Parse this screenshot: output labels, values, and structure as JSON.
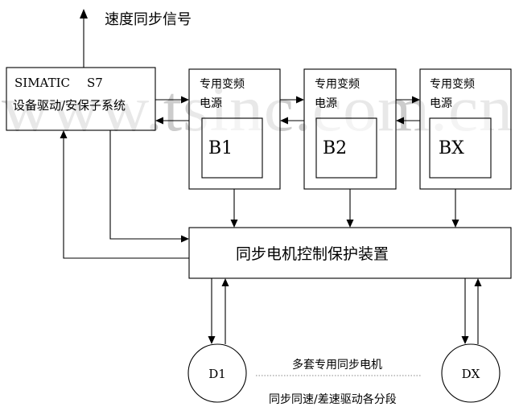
{
  "diagram": {
    "speed_sync_signal": "速度同步信号",
    "simatic": {
      "title": "SIMATIC",
      "model": "S7",
      "subtitle": "设备驱动/安保子系统"
    },
    "converters": [
      {
        "line1": "专用变频",
        "line2": "电源",
        "unit": "B1"
      },
      {
        "line1": "专用变频",
        "line2": "电源",
        "unit": "B2"
      },
      {
        "line1": "专用变频",
        "line2": "电源",
        "unit": "BX"
      }
    ],
    "sync_protection": "同步电机控制保护装置",
    "motors": [
      "D1",
      "DX"
    ],
    "caption_motors": "多套专用同步电机",
    "caption_segments": "同步同速/差速驱动各分段",
    "watermark": "www.tsinc.com.cn"
  }
}
